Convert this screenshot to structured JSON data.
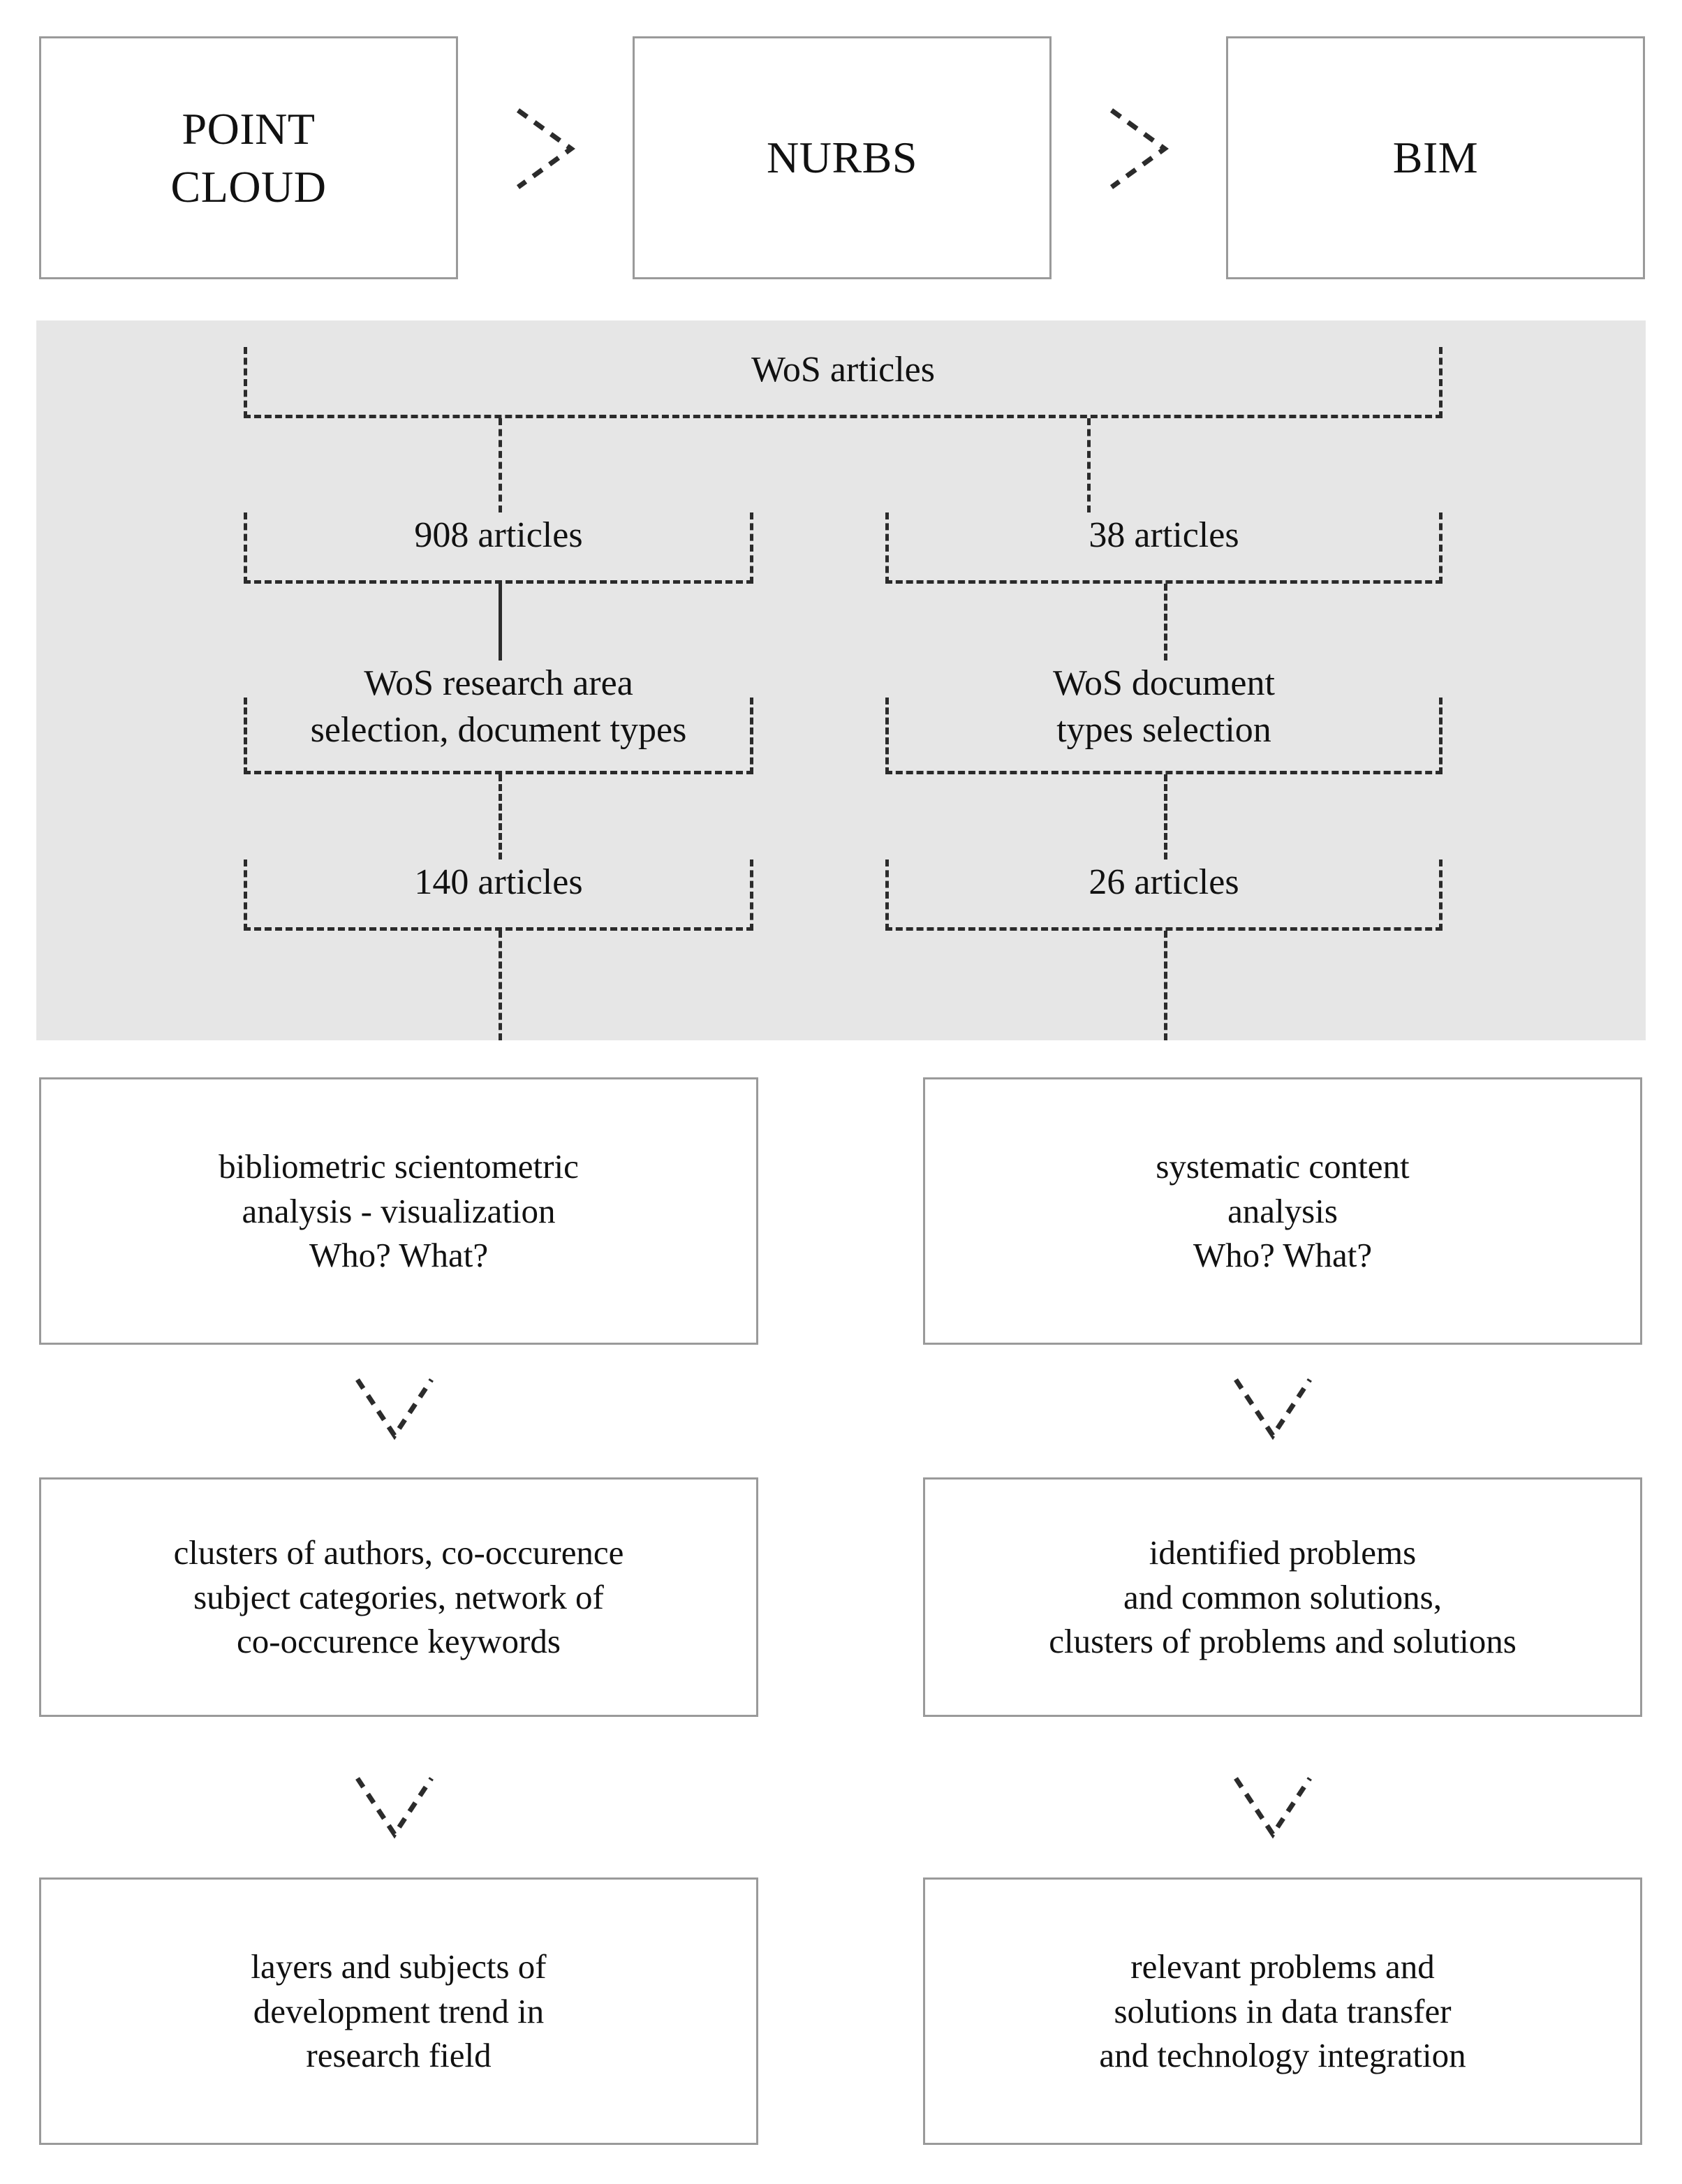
{
  "diagram": {
    "title": "Research methodology flowchart",
    "colors": {
      "panel_background": "#e6e6e6",
      "box_border": "#9a9a9a",
      "box_background": "#ffffff",
      "line": "#2b2b2b",
      "text": "#111111"
    }
  },
  "pipeline": {
    "steps": [
      {
        "label_line1": "POINT",
        "label_line2": "CLOUD",
        "name": "point-cloud"
      },
      {
        "label_line1": "NURBS",
        "label_line2": "",
        "name": "nurbs"
      },
      {
        "label_line1": "BIM",
        "label_line2": "",
        "name": "bim"
      }
    ],
    "connector_icon": "chevron-right-dashed-icon"
  },
  "screening": {
    "source": "WoS articles",
    "left": {
      "count": "908 articles",
      "filter_line1": "WoS research area",
      "filter_line2": "selection, document types",
      "result": "140 articles"
    },
    "right": {
      "count": "38 articles",
      "filter_line1": "WoS document",
      "filter_line2": "types selection",
      "result": "26 articles"
    }
  },
  "analysis": {
    "left": {
      "method": {
        "line1": "bibliometric scientometric",
        "line2": "analysis - visualization",
        "line3": "Who? What?"
      },
      "output": {
        "line1": "clusters of authors, co-occurence",
        "line2": "subject categories, network of",
        "line3": "co-occurence keywords"
      },
      "conclusion": {
        "line1": "layers and subjects of",
        "line2": "development trend in",
        "line3": "research field"
      }
    },
    "right": {
      "method": {
        "line1": "systematic content",
        "line2": "analysis",
        "line3": "Who? What?"
      },
      "output": {
        "line1": "identified problems",
        "line2": "and common solutions,",
        "line3": "clusters of problems and solutions"
      },
      "conclusion": {
        "line1": "relevant problems and",
        "line2": "solutions in data transfer",
        "line3": "and technology integration"
      }
    },
    "connector_icon": "chevron-down-dashed-icon"
  }
}
